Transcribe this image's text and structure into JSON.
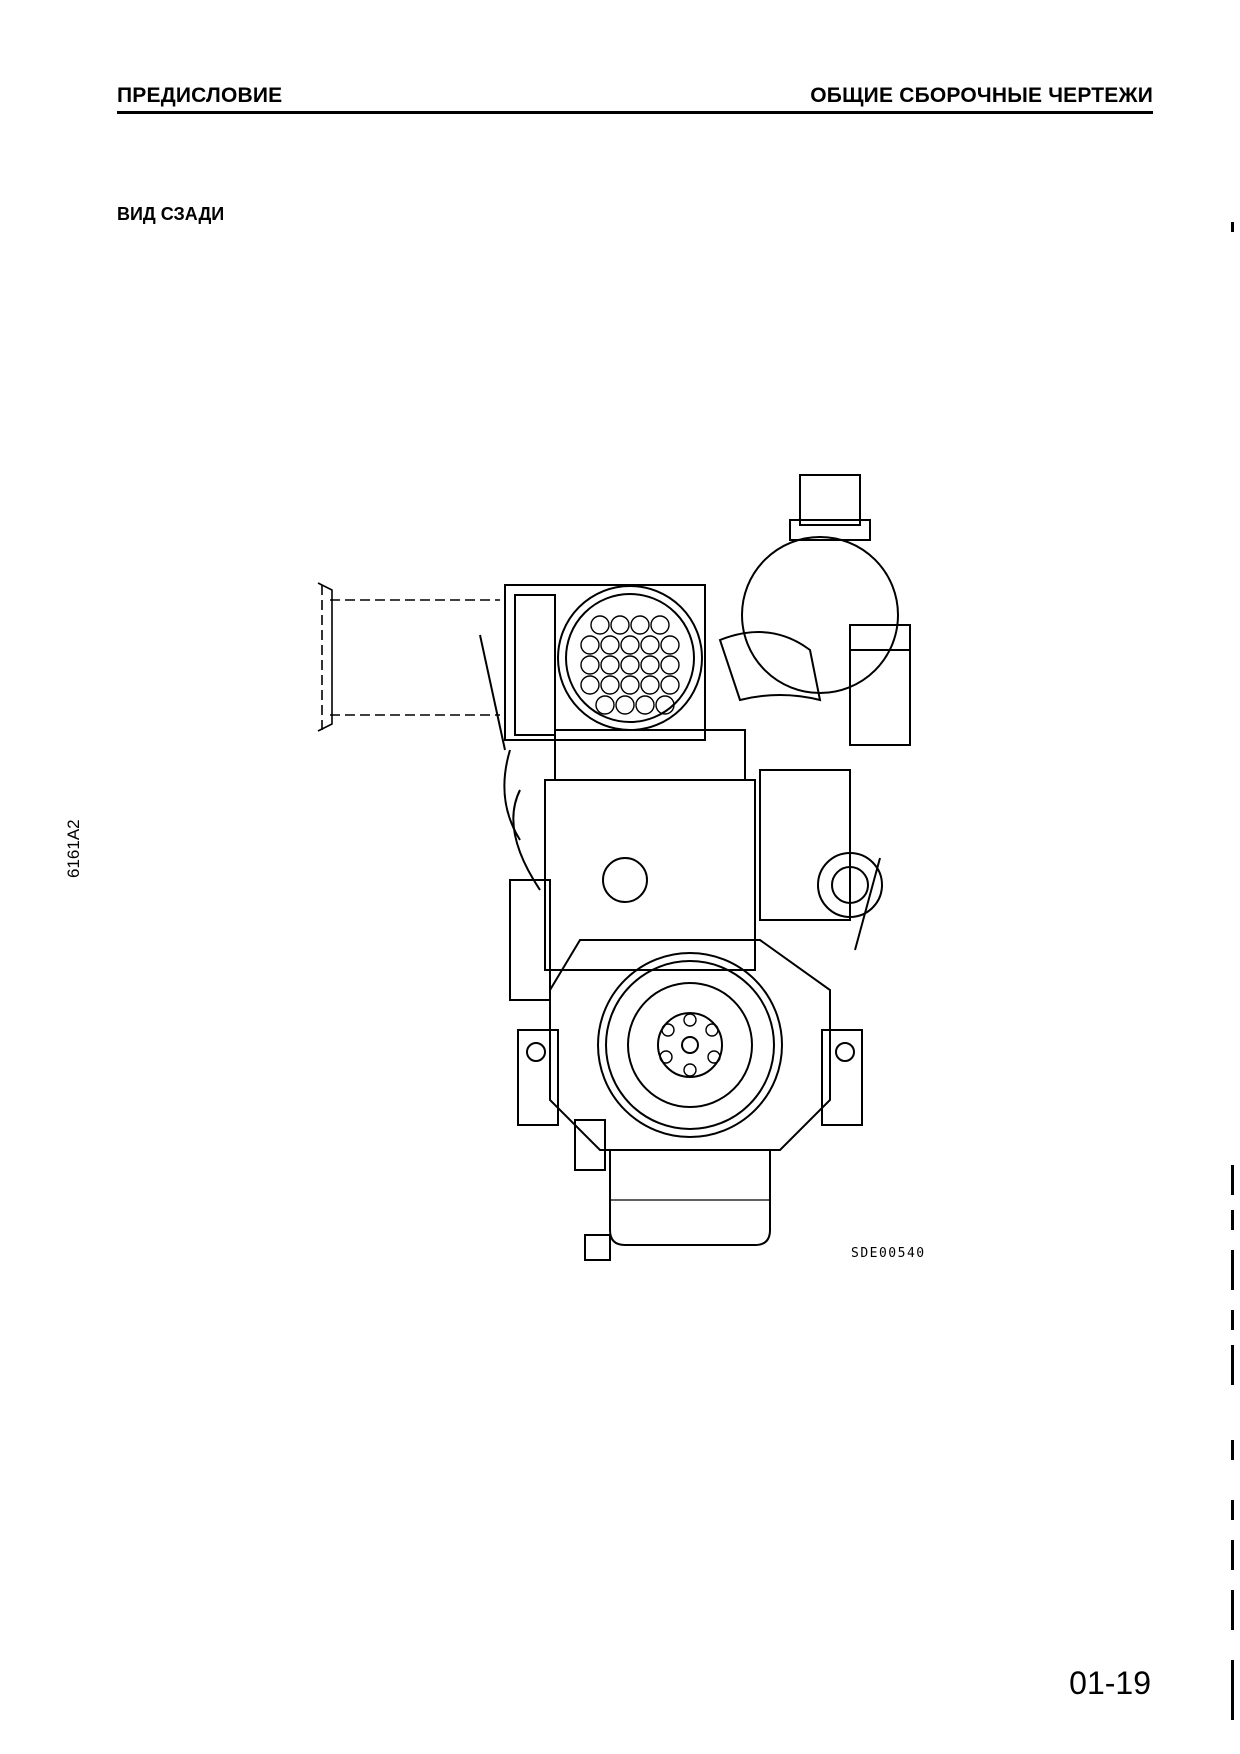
{
  "header": {
    "left": "ПРЕДИСЛОВИЕ",
    "right": "ОБЩИЕ СБОРОЧНЫЕ ЧЕРТЕЖИ"
  },
  "section_title": "ВИД СЗАДИ",
  "side_code": "6161A2",
  "figure": {
    "id": "SDE00540"
  },
  "page_number": "01-19"
}
